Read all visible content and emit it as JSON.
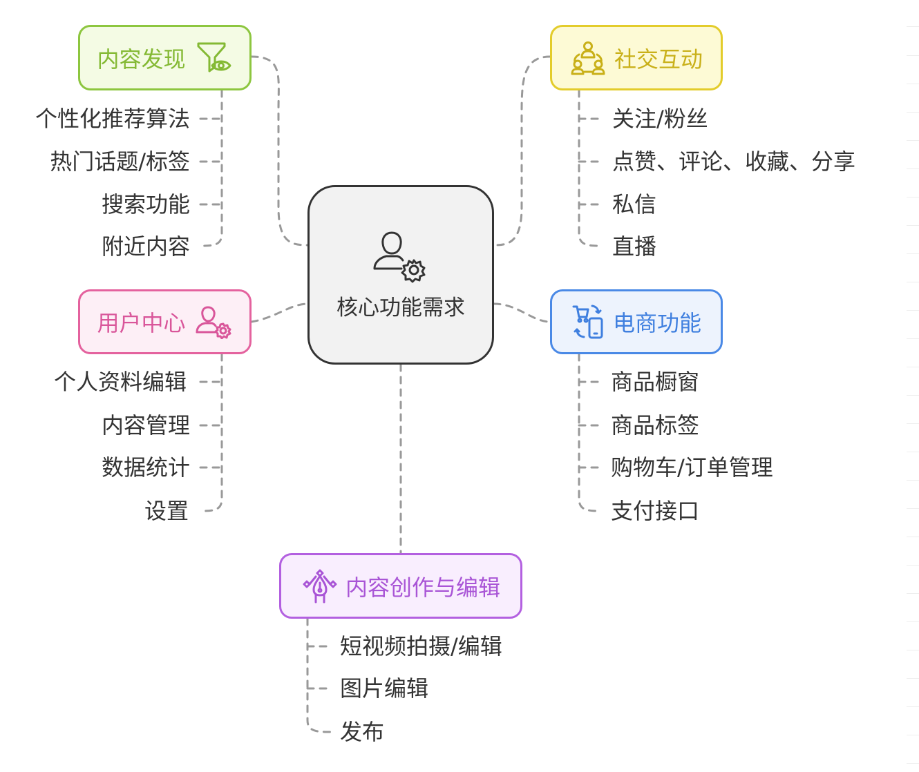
{
  "center": {
    "label": "核心功能需求",
    "icon": "user-settings-icon"
  },
  "branches": {
    "content_discovery": {
      "title": "内容发现",
      "icon": "filter-eye-icon",
      "color": "#8dc63f",
      "items": [
        "个性化推荐算法",
        "热门话题/标签",
        "搜索功能",
        "附近内容"
      ]
    },
    "social": {
      "title": "社交互动",
      "icon": "community-icon",
      "color": "#e3cc2b",
      "items": [
        "关注/粉丝",
        "点赞、评论、收藏、分享",
        "私信",
        "直播"
      ]
    },
    "user_center": {
      "title": "用户中心",
      "icon": "user-gear-icon",
      "color": "#e4629e",
      "items": [
        "个人资料编辑",
        "内容管理",
        "数据统计",
        "设置"
      ]
    },
    "ecommerce": {
      "title": "电商功能",
      "icon": "cart-phone-icon",
      "color": "#4a89e6",
      "items": [
        "商品橱窗",
        "商品标签",
        "购物车/订单管理",
        "支付接口"
      ]
    },
    "creation": {
      "title": "内容创作与编辑",
      "icon": "pen-tool-icon",
      "color": "#b360e0",
      "items": [
        "短视频拍摄/编辑",
        "图片编辑",
        "发布"
      ]
    }
  }
}
